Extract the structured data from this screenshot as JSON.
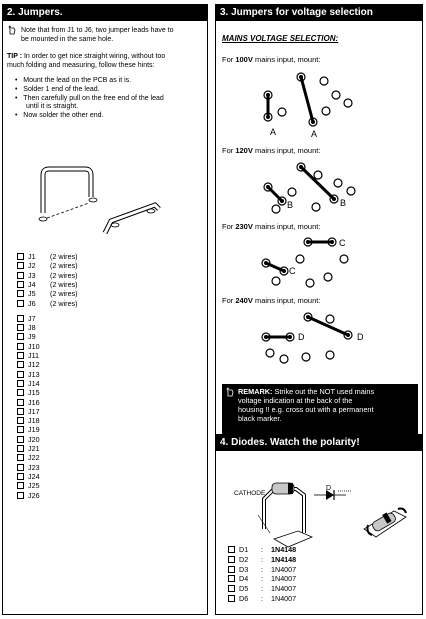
{
  "left_panel": {
    "header": "2. Jumpers.",
    "note": [
      "Note that from J1 to J6, two jumper leads have to",
      "be mounted in the same hole."
    ],
    "tip_label": "TIP :",
    "tip_text": [
      " In order to get nice straight wiring, without too",
      "much folding and measuring, follow these hints:"
    ],
    "bullets": [
      "Mount the lead on the PCB as it is.",
      "Solder 1 end of the lead.",
      "Then carefully pull on the free end of the lead",
      "until it is straight.",
      "Now solder the other end."
    ],
    "jumpers_double": [
      {
        "id": "J1",
        "wires": "(2 wires)"
      },
      {
        "id": "J2",
        "wires": "(2 wires)"
      },
      {
        "id": "J3",
        "wires": "(2 wires)"
      },
      {
        "id": "J4",
        "wires": "(2 wires)"
      },
      {
        "id": "J5",
        "wires": "(2 wires)"
      },
      {
        "id": "J6",
        "wires": "(2 wires)"
      }
    ],
    "jumpers_single": [
      "J7",
      "J8",
      "J9",
      "J10",
      "J11",
      "J12",
      "J13",
      "J14",
      "J15",
      "J16",
      "J17",
      "J18",
      "J19",
      "J20",
      "J21",
      "J22",
      "J23",
      "J24",
      "J25",
      "J26"
    ]
  },
  "voltage_panel": {
    "header": "3. Jumpers for voltage selection",
    "subtitle": "MAINS VOLTAGE SELECTION:",
    "configs": [
      {
        "prefix": "For ",
        "voltage": "100V",
        "suffix": " mains input, mount:",
        "label1": "A",
        "label2": "A"
      },
      {
        "prefix": "For ",
        "voltage": "120V",
        "suffix": " mains input, mount:",
        "label1": "B",
        "label2": "B"
      },
      {
        "prefix": "For ",
        "voltage": "230V",
        "suffix": " mains input, mount:",
        "label1": "C",
        "label2": "C"
      },
      {
        "prefix": "For ",
        "voltage": "240V",
        "suffix": " mains input, mount:",
        "label1": "D",
        "label2": "D"
      }
    ],
    "remark_label": "REMARK:",
    "remark_lines": [
      " Strike out the NOT used mains",
      "voltage indication at the back of the",
      "housing !! e.g. cross out with a permanent",
      "black marker."
    ]
  },
  "diodes_panel": {
    "header": "4. Diodes. Watch the polarity!",
    "cathode_label": "CATHODE",
    "diode_symbol_label": "D",
    "diodes": [
      {
        "id": "D1",
        "type": "1N4148",
        "bold": true
      },
      {
        "id": "D2",
        "type": "1N4148",
        "bold": true
      },
      {
        "id": "D3",
        "type": "1N4007",
        "bold": false
      },
      {
        "id": "D4",
        "type": "1N4007",
        "bold": false
      },
      {
        "id": "D5",
        "type": "1N4007",
        "bold": false
      },
      {
        "id": "D6",
        "type": "1N4007",
        "bold": false
      }
    ],
    "separator": ":"
  },
  "colors": {
    "ink": "#000000",
    "paper": "#ffffff",
    "grey": "#c8c8c8"
  },
  "icons": [
    "pointing-hand-icon",
    "checkbox-icon",
    "jumper-wire-illustration",
    "diode-illustration",
    "diode-symbol-icon"
  ]
}
